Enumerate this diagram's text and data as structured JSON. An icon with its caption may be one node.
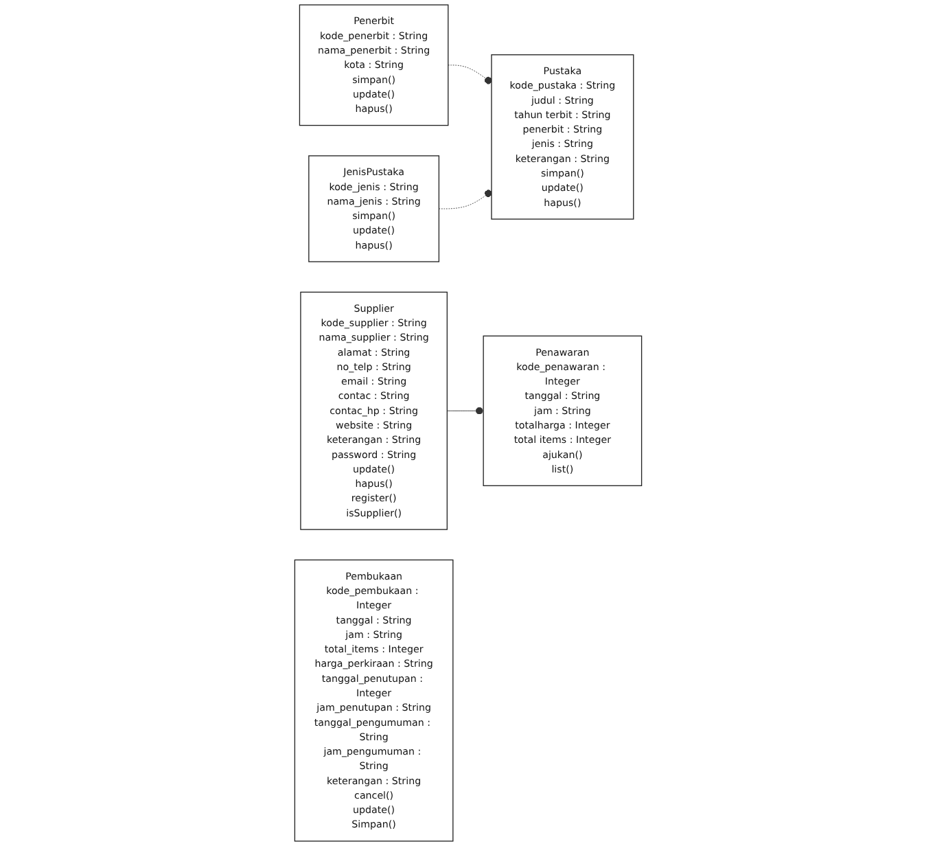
{
  "diagram": {
    "nodes": [
      {
        "text": [
          "Pustaka",
          "kode_pustaka : String",
          "judul : String",
          "tahun terbit : String",
          "penerbit : String",
          "jenis : String",
          "keterangan : String",
          "simpan()",
          "update()",
          "hapus()"
        ]
      },
      {
        "text": [
          "Penerbit",
          "kode_penerbit : String",
          "nama_penerbit : String",
          "kota : String",
          "simpan()",
          "update()",
          "hapus()"
        ]
      },
      {
        "text": [
          "Supplier",
          "kode_supplier : String",
          "nama_supplier : String",
          "alamat : String",
          "no_telp : String",
          "email : String",
          "contac : String",
          "contac_hp : String",
          "website : String",
          "keterangan : String",
          "password : String",
          "update()",
          "hapus()",
          "register()",
          "isSupplier()"
        ]
      },
      {
        "text": [
          "JenisPustaka",
          "kode_jenis : String",
          "nama_jenis : String",
          "simpan()",
          "update()",
          "hapus()"
        ]
      },
      {
        "text": [
          "Pembukaan",
          "kode_pembukaan : Integer",
          "tanggal : String",
          "jam : String",
          "total_items : Integer",
          "harga_perkiraan : String",
          "tanggal_penutupan : Integer",
          "jam_penutupan : String",
          "tanggal_pengumuman : String",
          "jam_pengumuman : String",
          "keterangan : String",
          "cancel()",
          "update()",
          "Simpan()"
        ]
      },
      {
        "text": [
          "Penawaran",
          "kode_penawaran : Integer",
          "tanggal : String",
          "jam : String",
          "totalharga : Integer",
          "total items : Integer",
          "ajukan()",
          "list()"
        ]
      }
    ],
    "edges": [
      {
        "from": 1,
        "to": 0,
        "arrow": "other",
        "style": "dashed"
      },
      {
        "from": 3,
        "to": 0,
        "arrow": "other",
        "style": "dashed"
      },
      {
        "from": 2,
        "to": 5,
        "arrow": "other"
      }
    ]
  }
}
